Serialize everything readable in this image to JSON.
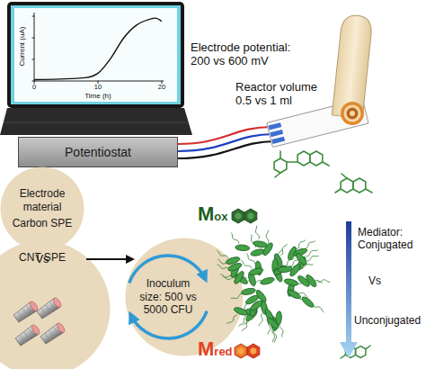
{
  "diagram": {
    "nodes": [
      {
        "text": [
          "Potentiostat"
        ]
      },
      {
        "text": [
          "Electrode material",
          "Carbon SPE"
        ]
      },
      {
        "text": [
          "CNT SPE"
        ]
      },
      {
        "text": [
          "Inoculum size: 500 vs 5000 CFU"
        ]
      }
    ],
    "labels": [
      "Current (uA)",
      "0",
      "10",
      "20",
      "Time (h)",
      "Electrode potential: 200 vs 600 mV",
      "Reactor volume 0.5 vs 1 ml",
      "Vs",
      "Mox",
      "Mred",
      "Mediator: Conjugated",
      "Vs",
      "Unconjugated"
    ]
  }
}
